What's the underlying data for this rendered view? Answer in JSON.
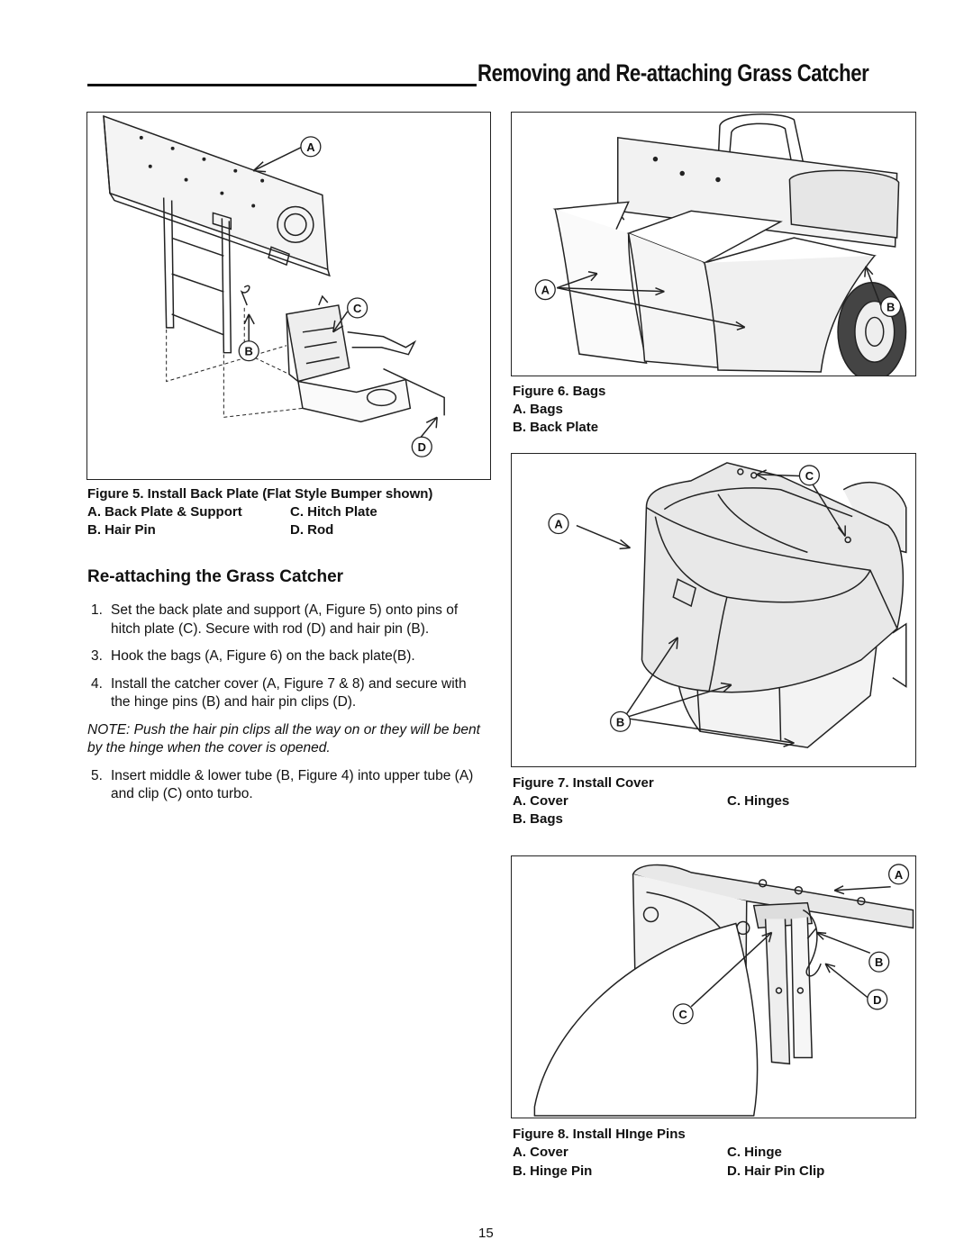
{
  "header": {
    "title": "Removing and Re-attaching Grass Catcher"
  },
  "figure5": {
    "callouts": [
      "A",
      "B",
      "C",
      "D"
    ],
    "caption_title": "Figure 5.  Install Back Plate (Flat Style Bumper shown)",
    "legend": [
      [
        "A.  Back Plate & Support",
        "C.  Hitch Plate"
      ],
      [
        "B.  Hair Pin",
        "D.  Rod"
      ]
    ]
  },
  "figure6": {
    "callouts": [
      "A",
      "B"
    ],
    "caption_title": "Figure 6.  Bags",
    "legend": [
      "A.  Bags",
      "B.  Back Plate"
    ]
  },
  "figure7": {
    "callouts": [
      "A",
      "B",
      "C"
    ],
    "caption_title": "Figure 7.  Install Cover",
    "legend": [
      [
        "A.  Cover",
        "C.  Hinges"
      ],
      [
        "B.  Bags",
        ""
      ]
    ]
  },
  "figure8": {
    "callouts": [
      "A",
      "B",
      "C",
      "D"
    ],
    "caption_title": "Figure 8.  Install HInge Pins",
    "legend": [
      [
        "A.  Cover",
        "C.  Hinge"
      ],
      [
        "B.  Hinge Pin",
        "D.  Hair Pin Clip"
      ]
    ]
  },
  "section": {
    "heading": "Re-attaching the Grass Catcher",
    "steps": [
      {
        "num": "1.",
        "text": "Set the back plate and support (A, Figure 5) onto pins of hitch plate (C). Secure with rod (D) and hair pin (B)."
      },
      {
        "num": "3.",
        "text": "Hook the bags (A, Figure 6) on the back plate(B)."
      },
      {
        "num": "4.",
        "text": "Install the catcher cover (A, Figure 7 & 8) and secure with the hinge pins (B) and hair pin clips (D)."
      }
    ],
    "note": "NOTE: Push the hair pin clips all the way on or they will be bent by the hinge when the cover is opened.",
    "steps_after": [
      {
        "num": "5.",
        "text": "Insert middle & lower tube (B, Figure 4) into upper tube (A) and clip (C) onto turbo."
      }
    ]
  },
  "footer": {
    "page_number": "15"
  }
}
